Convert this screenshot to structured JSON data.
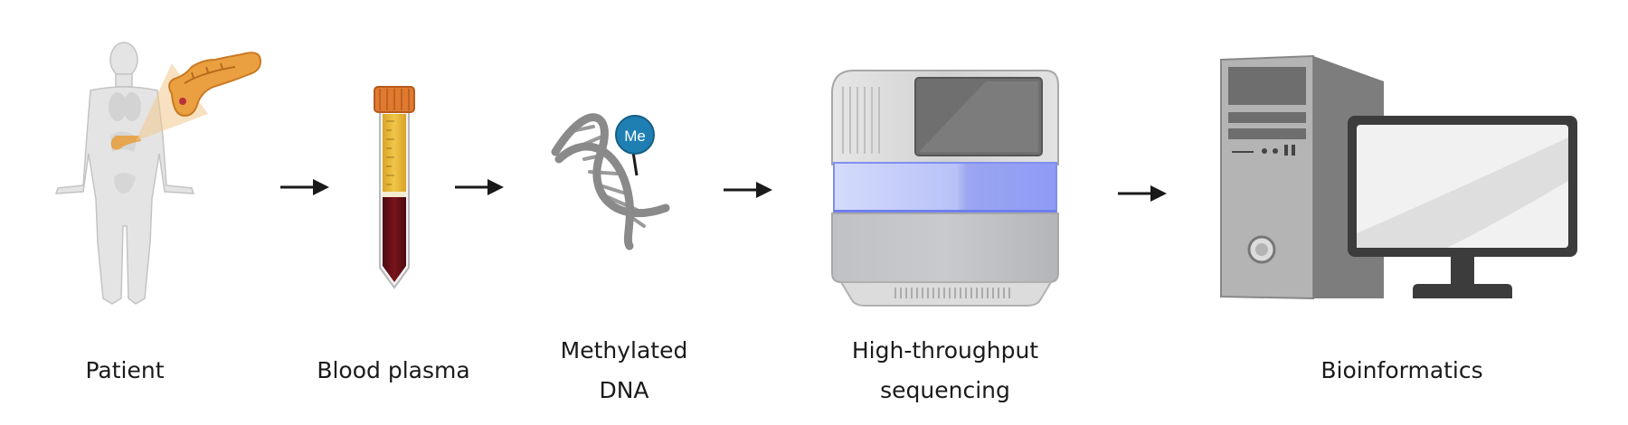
{
  "diagram": {
    "steps": [
      {
        "label_lines": [
          "Patient"
        ]
      },
      {
        "label_lines": [
          "Blood plasma"
        ]
      },
      {
        "label_lines": [
          "Methylated",
          "DNA"
        ]
      },
      {
        "label_lines": [
          "High-throughput",
          "sequencing"
        ]
      },
      {
        "label_lines": [
          "Bioinformatics"
        ]
      }
    ],
    "methyl_tag": "Me",
    "colors": {
      "arrow": "#1a1a1a",
      "organ": "#e8a040",
      "tube_cap": "#e07a30",
      "plasma": "#e8b840",
      "blood": "#6b0f17",
      "methyl_circle": "#1f7fb3",
      "dna": "#8a8a8a",
      "seq_light": "#8fa0f5",
      "computer": "#9b9b9b"
    }
  }
}
